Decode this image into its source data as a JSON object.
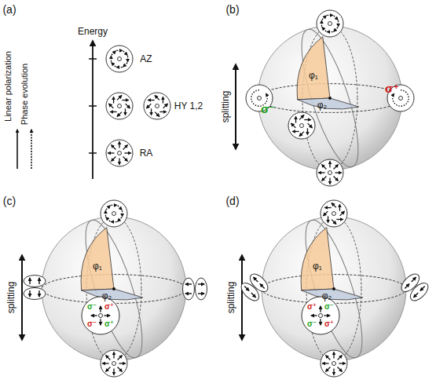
{
  "diagram": {
    "labels": [
      "(a)",
      "Energy",
      "AZ",
      "HY 1,2",
      "RA",
      "Linear polarization",
      "Phase evolution",
      "(b)",
      "splitting",
      "φ₁",
      "φ₂",
      "σ⁻",
      "σ⁺",
      "(c)",
      "splitting",
      "φ₁",
      "φ₂",
      "σ⁻",
      "σ⁺",
      "σ⁻",
      "σ⁺",
      "(d)",
      "splitting",
      "φ₁",
      "φ₂",
      "σ⁺",
      "σ⁻",
      "σ⁻",
      "σ⁺"
    ]
  }
}
